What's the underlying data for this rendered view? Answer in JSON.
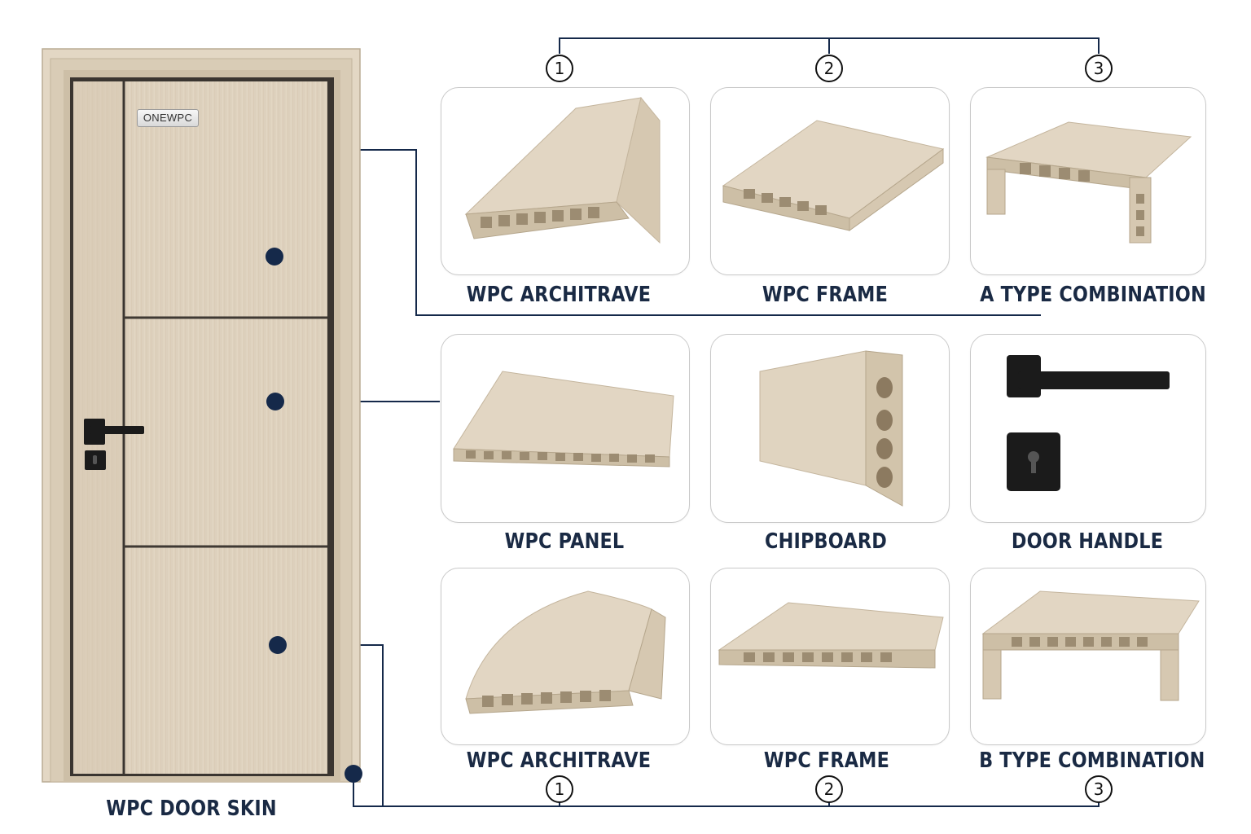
{
  "door": {
    "brand": "ONEWPC",
    "caption": "WPC DOOR SKIN"
  },
  "callouts": [
    {
      "number": "1"
    },
    {
      "number": "2"
    },
    {
      "number": "3"
    }
  ],
  "products": {
    "row1": [
      {
        "label": "WPC ARCHITRAVE",
        "icon": "architrave-profile-icon"
      },
      {
        "label": "WPC FRAME",
        "icon": "frame-profile-icon"
      },
      {
        "label": "A TYPE COMBINATION",
        "icon": "combination-profile-icon"
      }
    ],
    "row2": [
      {
        "label": "WPC PANEL",
        "icon": "panel-profile-icon"
      },
      {
        "label": "CHIPBOARD",
        "icon": "chipboard-icon"
      },
      {
        "label": "DOOR HANDLE",
        "icon": "door-handle-icon"
      }
    ],
    "row3": [
      {
        "label": "WPC ARCHITRAVE",
        "icon": "architrave-curved-profile-icon"
      },
      {
        "label": "WPC FRAME",
        "icon": "frame-profile-icon"
      },
      {
        "label": "B TYPE COMBINATION",
        "icon": "combination-profile-icon"
      }
    ]
  },
  "colors": {
    "connector": "#15294a",
    "wood": "#ddd0bd",
    "label": "#1a2a44"
  }
}
